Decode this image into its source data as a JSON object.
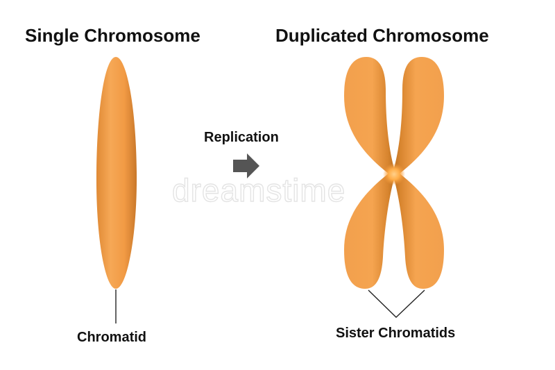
{
  "titles": {
    "single": "Single Chromosome",
    "duplicated": "Duplicated Chromosome"
  },
  "arrow": {
    "label": "Replication"
  },
  "labels": {
    "chromatid": "Chromatid",
    "sister_chromatids": "Sister Chromatids"
  },
  "watermark": "dreamstime",
  "colors": {
    "chromosome_light": "#f5a54e",
    "chromosome_dark": "#c77a2b",
    "centromere": "#ffb347",
    "arrow": "#555555"
  }
}
